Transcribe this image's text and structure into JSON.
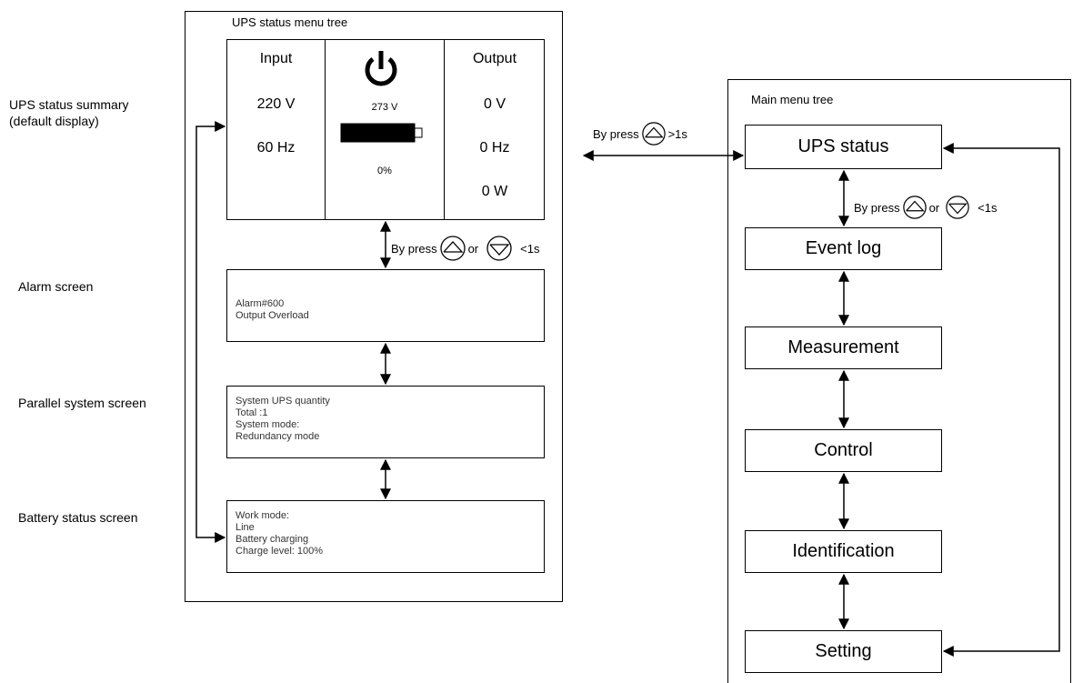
{
  "left_labels": {
    "summary_line1": "UPS status summary",
    "summary_line2": "(default display)",
    "alarm": "Alarm screen",
    "parallel": "Parallel system screen",
    "battery": "Battery status screen"
  },
  "status_tree": {
    "title": "UPS status menu tree",
    "summary": {
      "input_header": "Input",
      "input_voltage": "220 V",
      "input_freq": "60 Hz",
      "battery_voltage": "273 V",
      "battery_percent": "0%",
      "output_header": "Output",
      "output_voltage": "0 V",
      "output_freq": "0 Hz",
      "output_power": "0 W"
    },
    "nav_label_prefix": "By press",
    "nav_label_or": "or",
    "nav_label_suffix": "<1s",
    "alarm_screen": [
      "Alarm#600",
      "Output Overload"
    ],
    "parallel_screen": [
      "System UPS quantity",
      "Total :1",
      "System mode:",
      "Redundancy mode"
    ],
    "battery_screen": [
      "Work mode:",
      "Line",
      "Battery charging",
      "Charge level: 100%"
    ]
  },
  "link": {
    "prefix": "By press",
    "suffix": ">1s"
  },
  "main_tree": {
    "title": "Main menu tree",
    "items": [
      "UPS status",
      "Event log",
      "Measurement",
      "Control",
      "Identification",
      "Setting"
    ],
    "nav_label_prefix": "By press",
    "nav_label_or": "or",
    "nav_label_suffix": "<1s"
  },
  "icons": [
    "power-icon",
    "battery-icon",
    "up-arrow-button-icon",
    "down-arrow-button-icon"
  ]
}
